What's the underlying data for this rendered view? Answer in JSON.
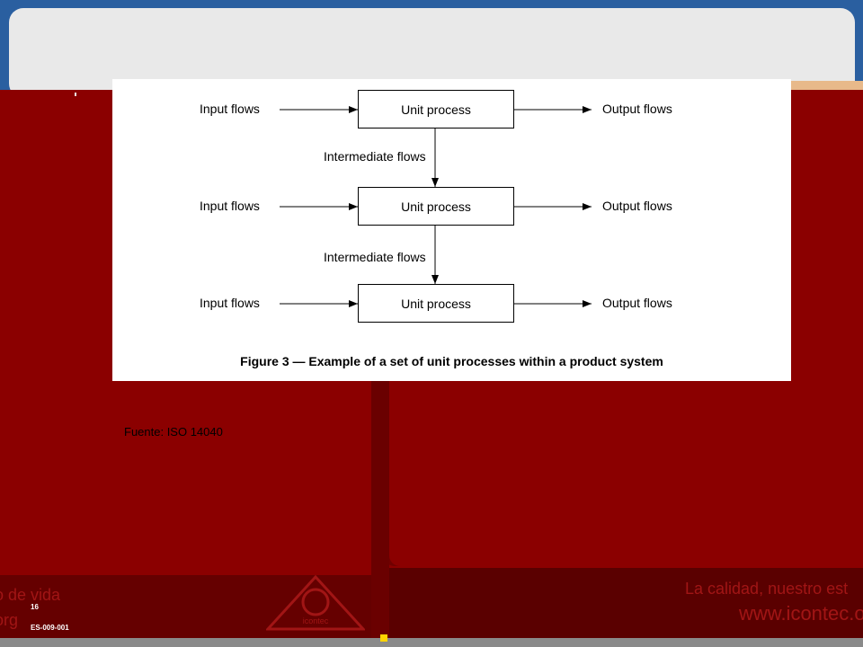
{
  "slide": {
    "number": "16",
    "code": "ES-009-001",
    "source": "Fuente: ISO 14040"
  },
  "footer": {
    "left_watermark_1": "o de vida",
    "left_watermark_2": "org",
    "right_watermark_1": "La calidad, nuestro est",
    "right_watermark_2": "www.icontec.o",
    "logo_text": "icontec"
  },
  "figure": {
    "rows": [
      {
        "input": "Input flows",
        "process": "Unit process",
        "output": "Output flows"
      },
      {
        "input": "Input flows",
        "process": "Unit process",
        "output": "Output flows"
      },
      {
        "input": "Input flows",
        "process": "Unit process",
        "output": "Output flows"
      }
    ],
    "intermediate": [
      "Intermediate flows",
      "Intermediate flows"
    ],
    "caption": "Figure 3 — Example of a set of unit processes within a product system"
  },
  "colors": {
    "slide_red": "#8b0000",
    "frame_blue": "#2a5fa0",
    "footer_yellow": "#ffd400"
  }
}
